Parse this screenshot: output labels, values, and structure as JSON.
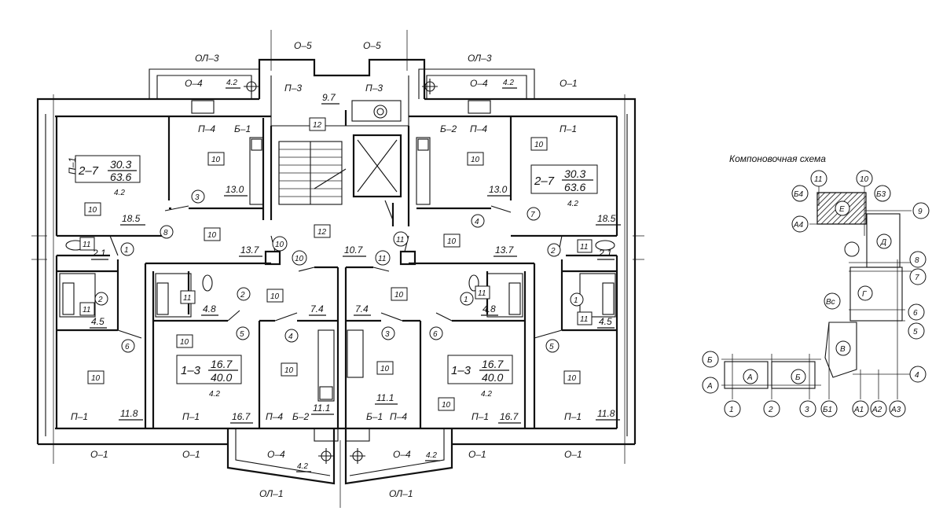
{
  "scheme_title": "Компоновочная схема",
  "outer_labels": {
    "ol3_left": "ОЛ–3",
    "ol3_right": "ОЛ–3",
    "o5_left": "О–5",
    "o5_right": "О–5",
    "o4_tl": "О–4",
    "o4_tr": "О–4",
    "o1_tr": "О–1",
    "v42_tl": "4.2",
    "v42_tr": "4.2",
    "p3_left": "П–3",
    "p3_right": "П–3",
    "v97": "9.7",
    "p4_tl": "П–4",
    "b1_t": "Б–1",
    "b2_t": "Б–2",
    "p4_tr": "П–4",
    "p1_tr": "П–1",
    "p1_left_vert": "П–1",
    "o1_b1": "О–1",
    "o1_b2": "О–1",
    "o4_bl": "О–4",
    "v42_bl": "4.2",
    "o4_br": "О–4",
    "v42_br": "4.2",
    "o1_b3": "О–1",
    "o1_b4": "О–1",
    "ol1_left": "ОЛ–1",
    "ol1_right": "ОЛ–1",
    "p1_bl": "П–1",
    "p1_bm": "П–1",
    "p4_bl": "П–4",
    "b2_b": "Б–2",
    "b1_b": "Б–1",
    "p4_br": "П–4",
    "p1_bm2": "П–1",
    "p1_br": "П–1"
  },
  "apt_labels": {
    "a_tl_code": "2–7",
    "a_tl_top": "30.3",
    "a_tl_bot": "63.6",
    "a_tl_h": "4.2",
    "a_tr_code": "2–7",
    "a_tr_top": "30.3",
    "a_tr_bot": "63.6",
    "a_tr_h": "4.2",
    "a_bl_code": "1–3",
    "a_bl_top": "16.7",
    "a_bl_bot": "40.0",
    "a_bl_h": "4.2",
    "a_br_code": "1–3",
    "a_br_top": "16.7",
    "a_br_bot": "40.0",
    "a_br_h": "4.2"
  },
  "areas": {
    "r185l": "18.5",
    "r130l": "13.0",
    "r137l": "13.7",
    "r107": "10.7",
    "r137r": "13.7",
    "r130r": "13.0",
    "r185r": "18.5",
    "r21l": "2.1",
    "r21r": "2.1",
    "r45l": "4.5",
    "r45r": "4.5",
    "r48l": "4.8",
    "r48r": "4.8",
    "r74l": "7.4",
    "r74r": "7.4",
    "r118l": "11.8",
    "r167l": "16.7",
    "r111l": "11.1",
    "r111r": "11.1",
    "r167r": "16.7",
    "r118r": "11.8"
  },
  "room_codes": {
    "c12a": "12",
    "c12b": "12",
    "c10": "10",
    "c11": "11"
  },
  "room_numbers": {
    "n1": "1",
    "n2": "2",
    "n3": "3",
    "n4": "4",
    "n5": "5",
    "n6": "6",
    "n7": "7",
    "n8": "8",
    "n10": "10",
    "n11": "11"
  },
  "scheme": {
    "sections": [
      "А",
      "Б",
      "В",
      "Г",
      "Д",
      "Е"
    ],
    "axes_bottom": [
      "1",
      "2",
      "3",
      "Б1",
      "А1",
      "А2",
      "А3"
    ],
    "axes_right": [
      "4",
      "5",
      "6",
      "7",
      "8",
      "9"
    ],
    "axes_other": [
      "Б",
      "А",
      "Вс",
      "Б4",
      "А4",
      "11",
      "10",
      "Б3"
    ]
  }
}
